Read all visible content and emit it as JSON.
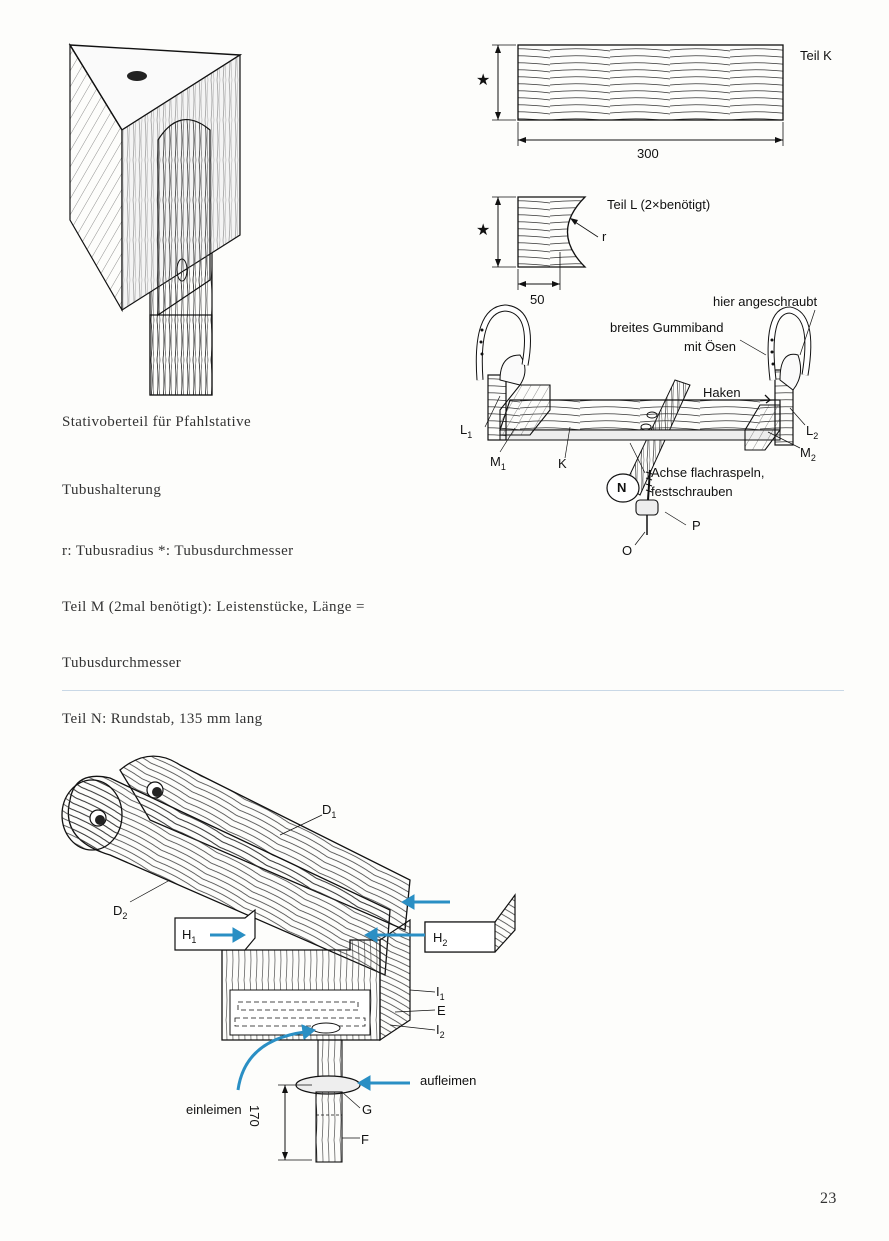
{
  "captions": {
    "stand_top": "Stativoberteil für Pfahlstative",
    "tube_holder_title": "Tubushalterung",
    "legend_lines": [
      "r: Tubusradius        *: Tubusdurchmesser",
      "Teil M (2mal benötigt): Leistenstücke, Länge =",
      "Tubusdurchmesser",
      "Teil N: Rundstab, 135 mm lang"
    ]
  },
  "part_k": {
    "title": "Teil K",
    "star": "★",
    "dimension": "300"
  },
  "part_l": {
    "title": "Teil L (2×benötigt)",
    "star": "★",
    "radius": "r",
    "dimension": "50"
  },
  "assembly": {
    "screwed_on": "hier angeschraubt",
    "band_line1": "breites Gummiband",
    "band_line2": "mit Ösen",
    "hook": "Haken",
    "axle_line1": "Achse flachraspeln,",
    "axle_line2": "festschrauben",
    "labels": {
      "L1": "L",
      "L1_sub": "1",
      "M1": "M",
      "M1_sub": "1",
      "K": "K",
      "L2": "L",
      "L2_sub": "2",
      "M2": "M",
      "M2_sub": "2",
      "N": "N",
      "P": "P",
      "O": "O"
    }
  },
  "bottom_assembly": {
    "D1": "D",
    "D1_sub": "1",
    "D2": "D",
    "D2_sub": "2",
    "H1": "H",
    "H1_sub": "1",
    "H2": "H",
    "H2_sub": "2",
    "I1": "I",
    "I1_sub": "1",
    "E": "E",
    "I2": "I",
    "I2_sub": "2",
    "glue_on": "aufleimen",
    "glue_in": "einleimen",
    "G": "G",
    "F": "F",
    "dimension": "170"
  },
  "page_number": "23",
  "colors": {
    "arrow_blue": "#2a8fc4",
    "ink": "#111111"
  }
}
